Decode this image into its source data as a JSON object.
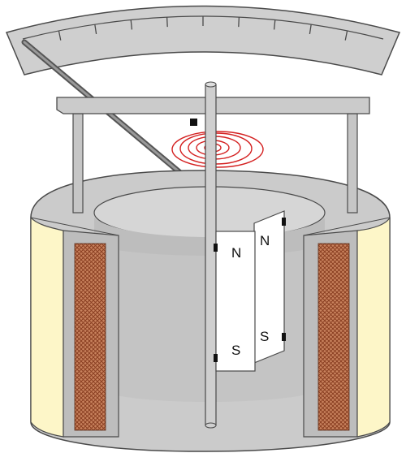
{
  "diagram": {
    "magnet_labels": {
      "front_north": "N",
      "front_south": "S",
      "back_north": "N",
      "back_south": "S"
    },
    "scale_tick_count": 9
  },
  "colors": {
    "body_gray": "#cbcbcb",
    "outline": "#4a4a4a",
    "coil_face": "#fdf6c8",
    "coil_winding": "#b0623e",
    "hairspring": "#d42020",
    "magnet_plate": "#ffffff",
    "white_bg": "#ffffff"
  }
}
